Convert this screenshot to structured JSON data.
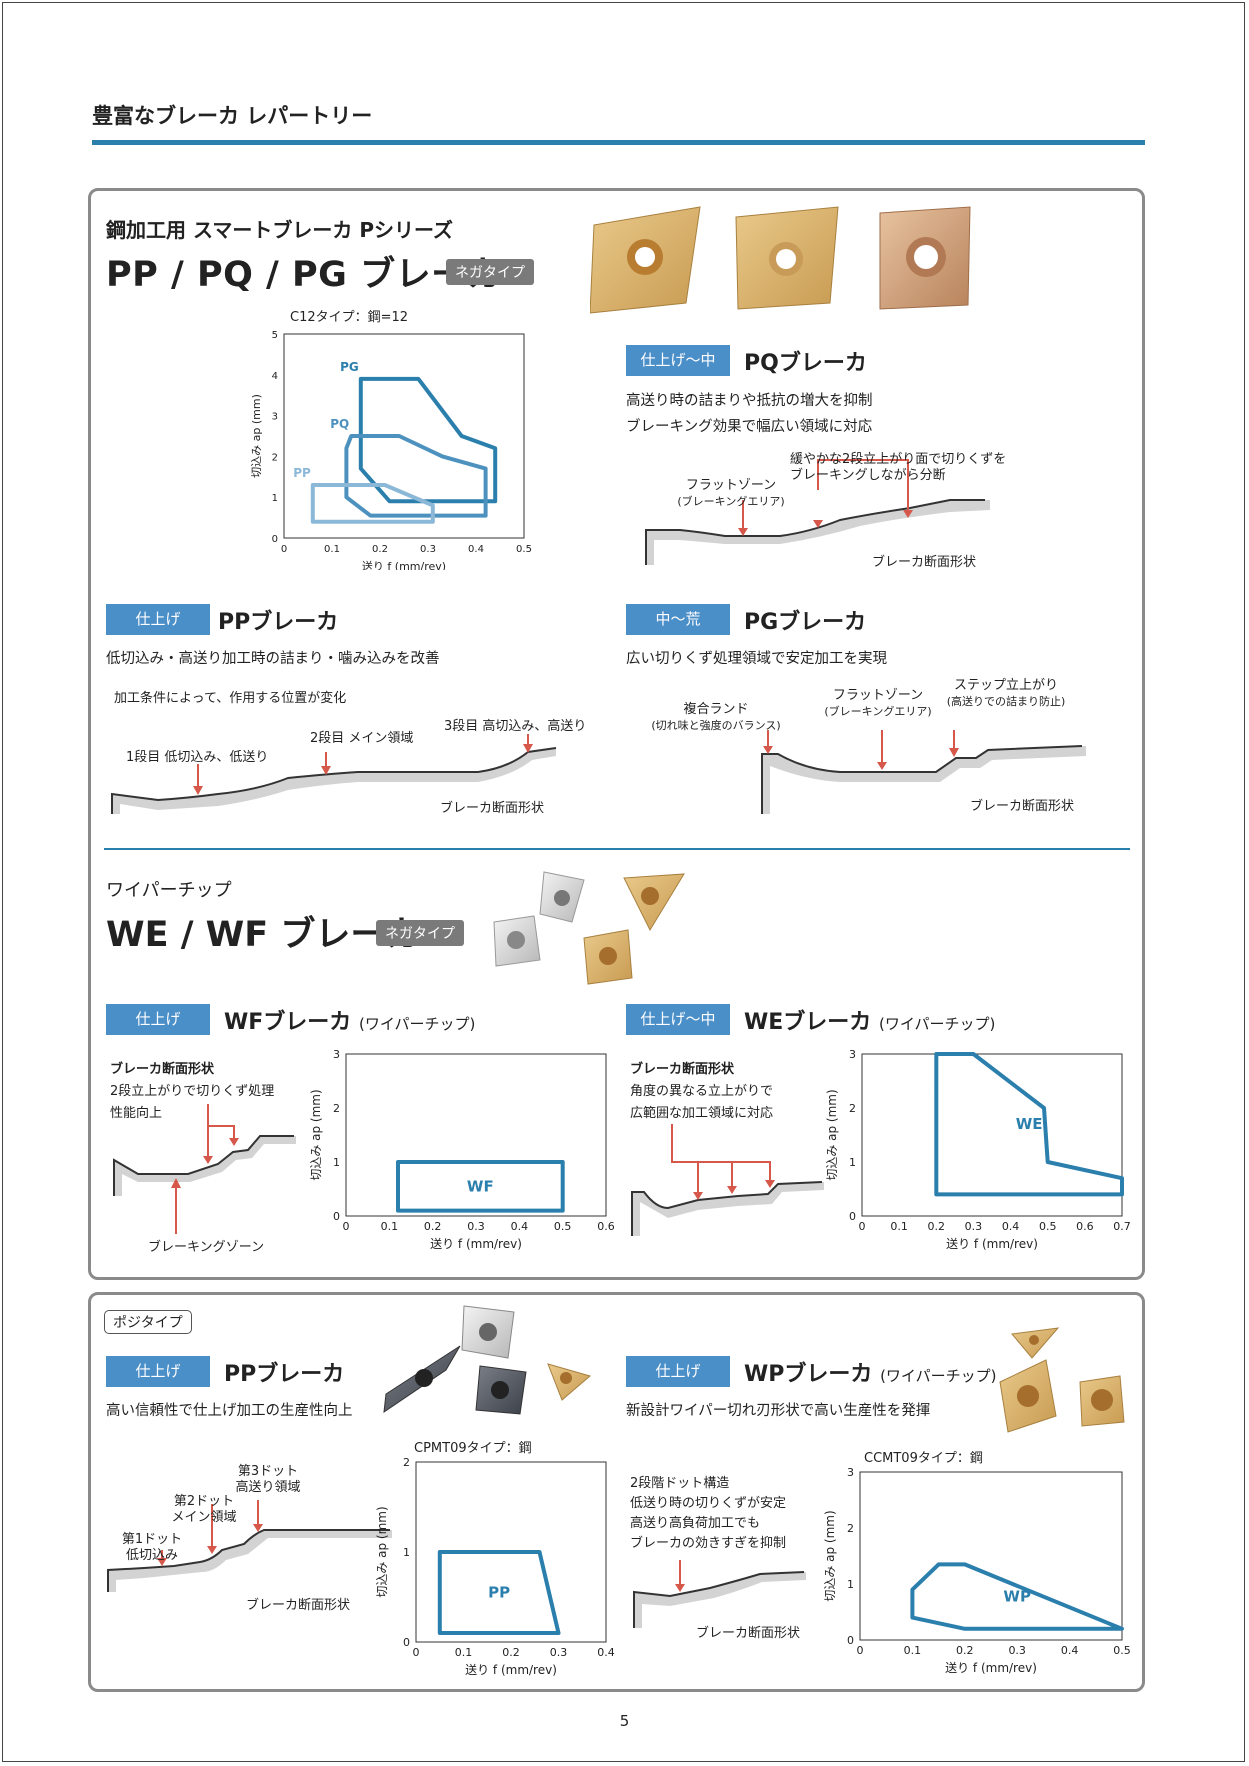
{
  "page": {
    "title": "豊富なブレーカ レパートリー",
    "page_number": "5"
  },
  "colors": {
    "accent_blue": "#2b7fad",
    "tag_blue": "#4b8fc9",
    "arrow_red": "#d6584a",
    "chip_gray": "#7a7a7a"
  },
  "panel1": {
    "subtitle": "鋼加工用 スマートブレーカ Pシリーズ",
    "heading": "PP / PQ / PG ブレーカ",
    "type_chip": "ネガタイプ",
    "chart_caption": "C12タイプ：鋼=12",
    "pq": {
      "tag": "仕上げ〜中",
      "title": "PQブレーカ",
      "line1": "高送り時の詰まりや抵抗の増大を抑制",
      "line2": "ブレーキング効果で幅広い領域に対応",
      "ann_flat_1": "フラットゾーン",
      "ann_flat_2": "(ブレーキングエリア)",
      "ann_gentle_1": "緩やかな2段立上がり面で切りくずを",
      "ann_gentle_2": "ブレーキングしながら分断",
      "profile_label": "ブレーカ断面形状"
    },
    "pp": {
      "tag": "仕上げ",
      "title": "PPブレーカ",
      "line1": "低切込み・高送り加工時の詰まり・噛み込みを改善",
      "note": "加工条件によって、作用する位置が変化",
      "ann1": "1段目 低切込み、低送り",
      "ann2": "2段目 メイン領域",
      "ann3": "3段目 高切込み、高送り",
      "profile_label": "ブレーカ断面形状"
    },
    "pg": {
      "tag": "中〜荒",
      "title": "PGブレーカ",
      "line1": "広い切りくず処理領域で安定加工を実現",
      "ann_land_1": "複合ランド",
      "ann_land_2": "(切れ味と強度のバランス)",
      "ann_flat_1": "フラットゾーン",
      "ann_flat_2": "(ブレーキングエリア)",
      "ann_step_1": "ステップ立上がり",
      "ann_step_2": "(高送りでの詰まり防止)",
      "profile_label": "ブレーカ断面形状"
    }
  },
  "wiper": {
    "subtitle": "ワイパーチップ",
    "heading": "WE / WF ブレーカ",
    "type_chip": "ネガタイプ",
    "wf": {
      "tag": "仕上げ",
      "title": "WFブレーカ",
      "title_suffix": "(ワイパーチップ)",
      "label_bold": "ブレーカ断面形状",
      "line1": "2段立上がりで切りくず処理",
      "line2": "性能向上",
      "bottom": "ブレーキングゾーン"
    },
    "we": {
      "tag": "仕上げ〜中",
      "title": "WEブレーカ",
      "title_suffix": "(ワイパーチップ)",
      "label_bold": "ブレーカ断面形状",
      "line1": "角度の異なる立上がりで",
      "line2": "広範囲な加工領域に対応"
    }
  },
  "posi": {
    "type_tag": "ポジタイプ",
    "pp": {
      "tag": "仕上げ",
      "title": "PPブレーカ",
      "line1": "高い信頼性で仕上げ加工の生産性向上",
      "chart_caption": "CPMT09タイプ：鋼",
      "dot1_1": "第1ドット",
      "dot1_2": "低切込み",
      "dot2_1": "第2ドット",
      "dot2_2": "メイン領域",
      "dot3_1": "第3ドット",
      "dot3_2": "高送り領域",
      "profile_label": "ブレーカ断面形状"
    },
    "wp": {
      "tag": "仕上げ",
      "title": "WPブレーカ",
      "title_suffix": "(ワイパーチップ)",
      "line1": "新設計ワイパー切れ刃形状で高い生産性を発揮",
      "chart_caption": "CCMT09タイプ：鋼",
      "n1": "2段階ドット構造",
      "n2": "低送り時の切りくずが安定",
      "n3": "高送り高負荷加工でも",
      "n4": "ブレーカの効きすぎを抑制",
      "profile_label": "ブレーカ断面形状"
    }
  },
  "chart_data": [
    {
      "id": "ppqg",
      "type": "area",
      "xlabel": "送り f (mm/rev)",
      "ylabel": "切込み ap (mm)",
      "xlim": [
        0,
        0.5
      ],
      "ylim": [
        0,
        5
      ],
      "xticks": [
        "0",
        "0.1",
        "0.2",
        "0.3",
        "0.4",
        "0.5"
      ],
      "yticks": [
        "0",
        "1",
        "2",
        "3",
        "4",
        "5"
      ],
      "series": [
        {
          "name": "PG",
          "color": "#2b7fad",
          "points": [
            [
              0.16,
              3.9
            ],
            [
              0.28,
              3.9
            ],
            [
              0.37,
              2.5
            ],
            [
              0.44,
              2.2
            ],
            [
              0.44,
              0.9
            ],
            [
              0.22,
              0.9
            ],
            [
              0.16,
              1.7
            ]
          ]
        },
        {
          "name": "PQ",
          "color": "#4d92bf",
          "points": [
            [
              0.14,
              2.5
            ],
            [
              0.24,
              2.5
            ],
            [
              0.33,
              2.0
            ],
            [
              0.42,
              1.7
            ],
            [
              0.42,
              0.55
            ],
            [
              0.18,
              0.55
            ],
            [
              0.13,
              1.0
            ],
            [
              0.13,
              2.2
            ]
          ]
        },
        {
          "name": "PP",
          "color": "#8cb8d8",
          "points": [
            [
              0.06,
              1.3
            ],
            [
              0.21,
              1.3
            ],
            [
              0.31,
              0.8
            ],
            [
              0.31,
              0.4
            ],
            [
              0.06,
              0.4
            ]
          ]
        }
      ]
    },
    {
      "id": "wf",
      "type": "area",
      "xlabel": "送り f (mm/rev)",
      "ylabel": "切込み ap (mm)",
      "xlim": [
        0,
        0.6
      ],
      "ylim": [
        0,
        3
      ],
      "xticks": [
        "0",
        "0.1",
        "0.2",
        "0.3",
        "0.4",
        "0.5",
        "0.6"
      ],
      "yticks": [
        "0",
        "1",
        "2",
        "3"
      ],
      "series": [
        {
          "name": "WF",
          "color": "#2b7fad",
          "points": [
            [
              0.12,
              1.0
            ],
            [
              0.5,
              1.0
            ],
            [
              0.5,
              0.1
            ],
            [
              0.12,
              0.1
            ]
          ]
        }
      ]
    },
    {
      "id": "we",
      "type": "area",
      "xlabel": "送り f (mm/rev)",
      "ylabel": "切込み ap (mm)",
      "xlim": [
        0,
        0.7
      ],
      "ylim": [
        0,
        3
      ],
      "xticks": [
        "0",
        "0.1",
        "0.2",
        "0.3",
        "0.4",
        "0.5",
        "0.6",
        "0.7"
      ],
      "yticks": [
        "0",
        "1",
        "2",
        "3"
      ],
      "series": [
        {
          "name": "WE",
          "color": "#2b7fad",
          "points": [
            [
              0.2,
              3.0
            ],
            [
              0.3,
              3.0
            ],
            [
              0.49,
              2.0
            ],
            [
              0.5,
              1.0
            ],
            [
              0.7,
              0.7
            ],
            [
              0.7,
              0.4
            ],
            [
              0.2,
              0.4
            ]
          ]
        }
      ]
    },
    {
      "id": "posipp",
      "type": "area",
      "xlabel": "送り f (mm/rev)",
      "ylabel": "切込み ap (mm)",
      "xlim": [
        0,
        0.4
      ],
      "ylim": [
        0,
        2
      ],
      "xticks": [
        "0",
        "0.1",
        "0.2",
        "0.3",
        "0.4"
      ],
      "yticks": [
        "0",
        "1",
        "2"
      ],
      "series": [
        {
          "name": "PP",
          "color": "#2b7fad",
          "points": [
            [
              0.05,
              1.0
            ],
            [
              0.26,
              1.0
            ],
            [
              0.3,
              0.1
            ],
            [
              0.05,
              0.1
            ]
          ]
        }
      ]
    },
    {
      "id": "wp",
      "type": "area",
      "xlabel": "送り f (mm/rev)",
      "ylabel": "切込み ap (mm)",
      "xlim": [
        0,
        0.5
      ],
      "ylim": [
        0,
        3
      ],
      "xticks": [
        "0",
        "0.1",
        "0.2",
        "0.3",
        "0.4",
        "0.5"
      ],
      "yticks": [
        "0",
        "1",
        "2",
        "3"
      ],
      "series": [
        {
          "name": "WP",
          "color": "#2b7fad",
          "points": [
            [
              0.1,
              0.9
            ],
            [
              0.15,
              1.35
            ],
            [
              0.2,
              1.35
            ],
            [
              0.5,
              0.2
            ],
            [
              0.2,
              0.2
            ],
            [
              0.1,
              0.4
            ]
          ]
        }
      ]
    }
  ]
}
